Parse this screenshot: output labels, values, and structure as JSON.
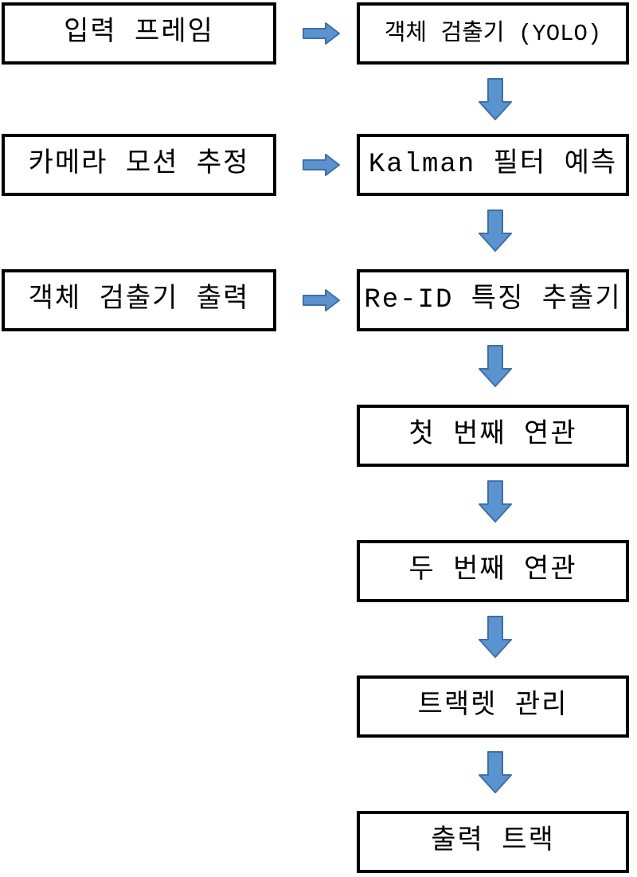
{
  "diagram": {
    "description": "Multi-object tracking pipeline flowchart",
    "left_column": [
      {
        "label": "입력 프레임"
      },
      {
        "label": "카메라 모션 추정"
      },
      {
        "label": "객체 검출기 출력"
      }
    ],
    "right_column": [
      {
        "label": "객체 검출기 (YOLO)"
      },
      {
        "label": "Kalman 필터 예측"
      },
      {
        "label": "Re-ID 특징 추출기"
      },
      {
        "label": "첫 번째 연관"
      },
      {
        "label": "두 번째 연관"
      },
      {
        "label": "트랙렛 관리"
      },
      {
        "label": "출력 트랙"
      }
    ],
    "colors": {
      "arrow_fill": "#5B93CE",
      "arrow_stroke": "#3E6FA8",
      "box_border": "#000000",
      "background": "#FFFFFF",
      "text": "#000000"
    }
  }
}
